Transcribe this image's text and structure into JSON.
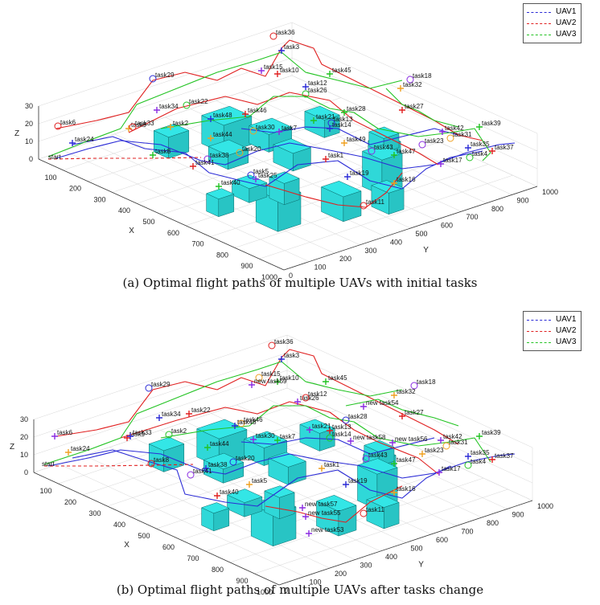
{
  "legend": [
    {
      "name": "UAV1",
      "color": "#2b2bd6"
    },
    {
      "name": "UAV2",
      "color": "#e02020"
    },
    {
      "name": "UAV3",
      "color": "#22c322"
    }
  ],
  "colors": {
    "building_fill": "#33e6e6",
    "building_edge": "#0a6a6a",
    "axis": "#333333",
    "grid": "#d6d6d6"
  },
  "chart_data": [
    {
      "type": "scatter",
      "caption": "(a) Optimal flight paths of multiple UAVs with initial tasks",
      "xlabel": "X",
      "ylabel": "Y",
      "zlabel": "Z",
      "x_ticks": [
        "100",
        "200",
        "300",
        "400",
        "500",
        "600",
        "700",
        "800",
        "900",
        "1000"
      ],
      "y_ticks": [
        "0",
        "100",
        "200",
        "300",
        "400",
        "500",
        "600",
        "700",
        "800",
        "900",
        "1000"
      ],
      "z_ticks": [
        "0",
        "10",
        "20",
        "30"
      ],
      "xlim": [
        0,
        1000
      ],
      "ylim": [
        0,
        1000
      ],
      "zlim": [
        0,
        30
      ],
      "start_label": "start",
      "task_labels": [
        "task36",
        "task3",
        "task45",
        "task18",
        "task32",
        "task27",
        "task29",
        "task39",
        "task42",
        "task31",
        "task37",
        "task35",
        "task4",
        "task17",
        "task16",
        "task11",
        "task19",
        "task47",
        "task43",
        "task49",
        "task1",
        "task13",
        "task28",
        "task7",
        "task30",
        "task46",
        "task48",
        "task22",
        "task34",
        "task2",
        "task6",
        "task24",
        "task8",
        "task38",
        "task44",
        "task41",
        "task5",
        "task40",
        "task25",
        "task20",
        "task10",
        "task12",
        "task26",
        "task15",
        "task9",
        "task33",
        "task14",
        "task21",
        "task23"
      ]
    },
    {
      "type": "scatter",
      "caption": "(b) Optimal flight paths of multiple UAVs after tasks change",
      "xlabel": "X",
      "ylabel": "Y",
      "zlabel": "Z",
      "x_ticks": [
        "100",
        "200",
        "300",
        "400",
        "500",
        "600",
        "700",
        "800",
        "900",
        "1000"
      ],
      "y_ticks": [
        "0",
        "100",
        "200",
        "300",
        "400",
        "500",
        "600",
        "700",
        "800",
        "900",
        "1000"
      ],
      "z_ticks": [
        "0",
        "10",
        "20",
        "30"
      ],
      "xlim": [
        0,
        1000
      ],
      "ylim": [
        0,
        1000
      ],
      "zlim": [
        0,
        30
      ],
      "start_label": "start",
      "task_labels": [
        "task36",
        "task3",
        "task45",
        "task18",
        "task32",
        "task27",
        "task29",
        "task39",
        "task42",
        "task31",
        "task37",
        "task35",
        "task4",
        "task17",
        "task16",
        "task11",
        "task19",
        "task47",
        "task43",
        "task1",
        "task13",
        "task28",
        "task7",
        "task30",
        "task46",
        "task22",
        "task34",
        "task2",
        "task6",
        "task24",
        "task8",
        "task38",
        "task44",
        "task41",
        "task5",
        "task40",
        "task20",
        "task10",
        "task26",
        "task15",
        "task9",
        "task33",
        "task14",
        "task21",
        "task23",
        "task12",
        "task48"
      ],
      "new_task_labels": [
        "new task59",
        "new task54",
        "new task56",
        "new task57",
        "new task55",
        "new task53",
        "new task58"
      ]
    }
  ]
}
